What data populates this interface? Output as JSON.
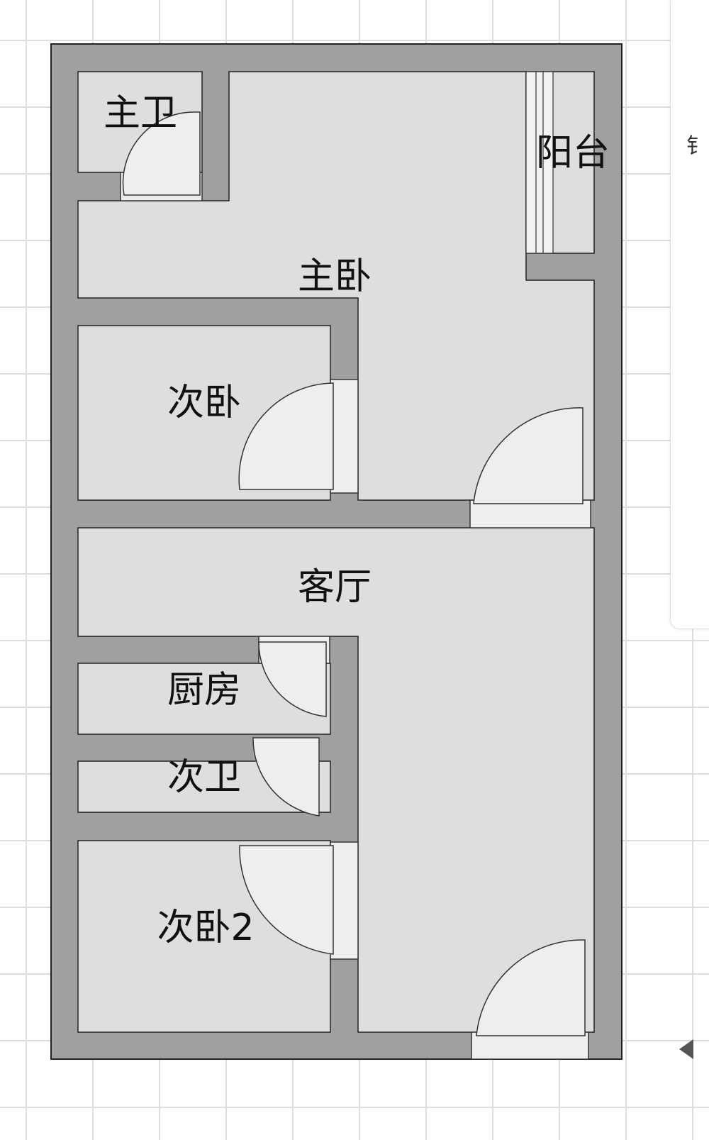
{
  "floorplan": {
    "rooms": {
      "master_bath": "主卫",
      "balcony": "阳台",
      "master_bedroom": "主卧",
      "second_bedroom": "次卧",
      "living_room": "客厅",
      "kitchen": "厨房",
      "second_bath": "次卫",
      "second_bedroom_2": "次卧2"
    },
    "side_panel_glyph": "钅"
  },
  "colors": {
    "wall": "#a0a0a0",
    "room": "#dedede",
    "door": "#eeeeee"
  }
}
